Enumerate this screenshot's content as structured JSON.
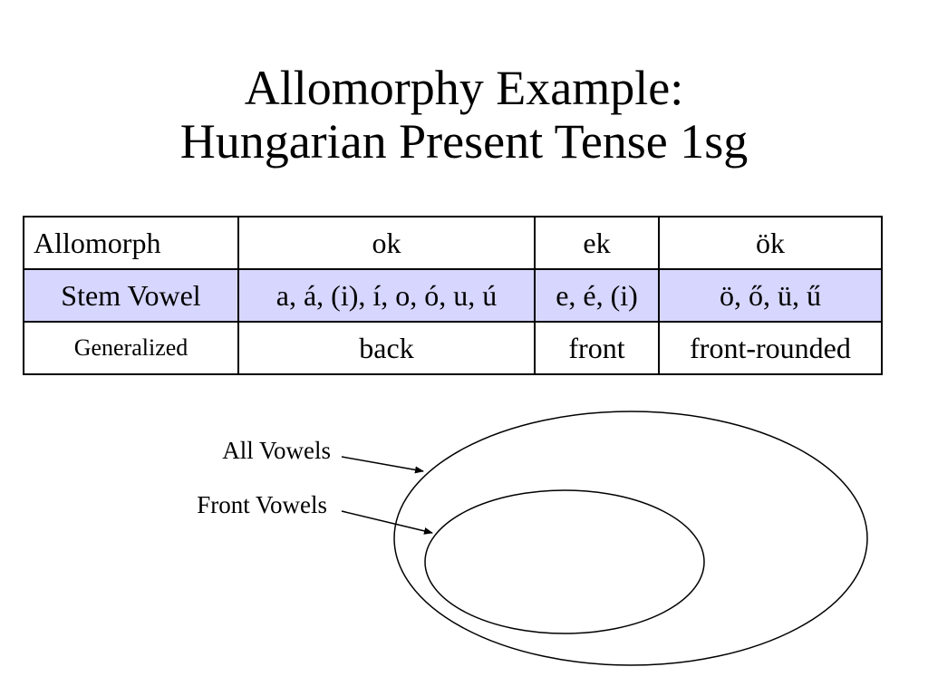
{
  "title": {
    "line1": "Allomorphy Example:",
    "line2": "Hungarian Present Tense 1sg"
  },
  "table": {
    "rows": [
      {
        "label": "Allomorph",
        "cells": [
          "ok",
          "ek",
          "ök"
        ]
      },
      {
        "label": "Stem Vowel",
        "cells": [
          "a, á, (i), í, o, ó, u, ú",
          "e, é, (i)",
          "ö, ő, ü, ű"
        ]
      },
      {
        "label": "Generalized",
        "cells": [
          "back",
          "front",
          "front-rounded"
        ]
      }
    ],
    "highlight_color": "#d6d6ff"
  },
  "diagram": {
    "outer_label": "All Vowels",
    "inner_label": "Front Vowels"
  }
}
